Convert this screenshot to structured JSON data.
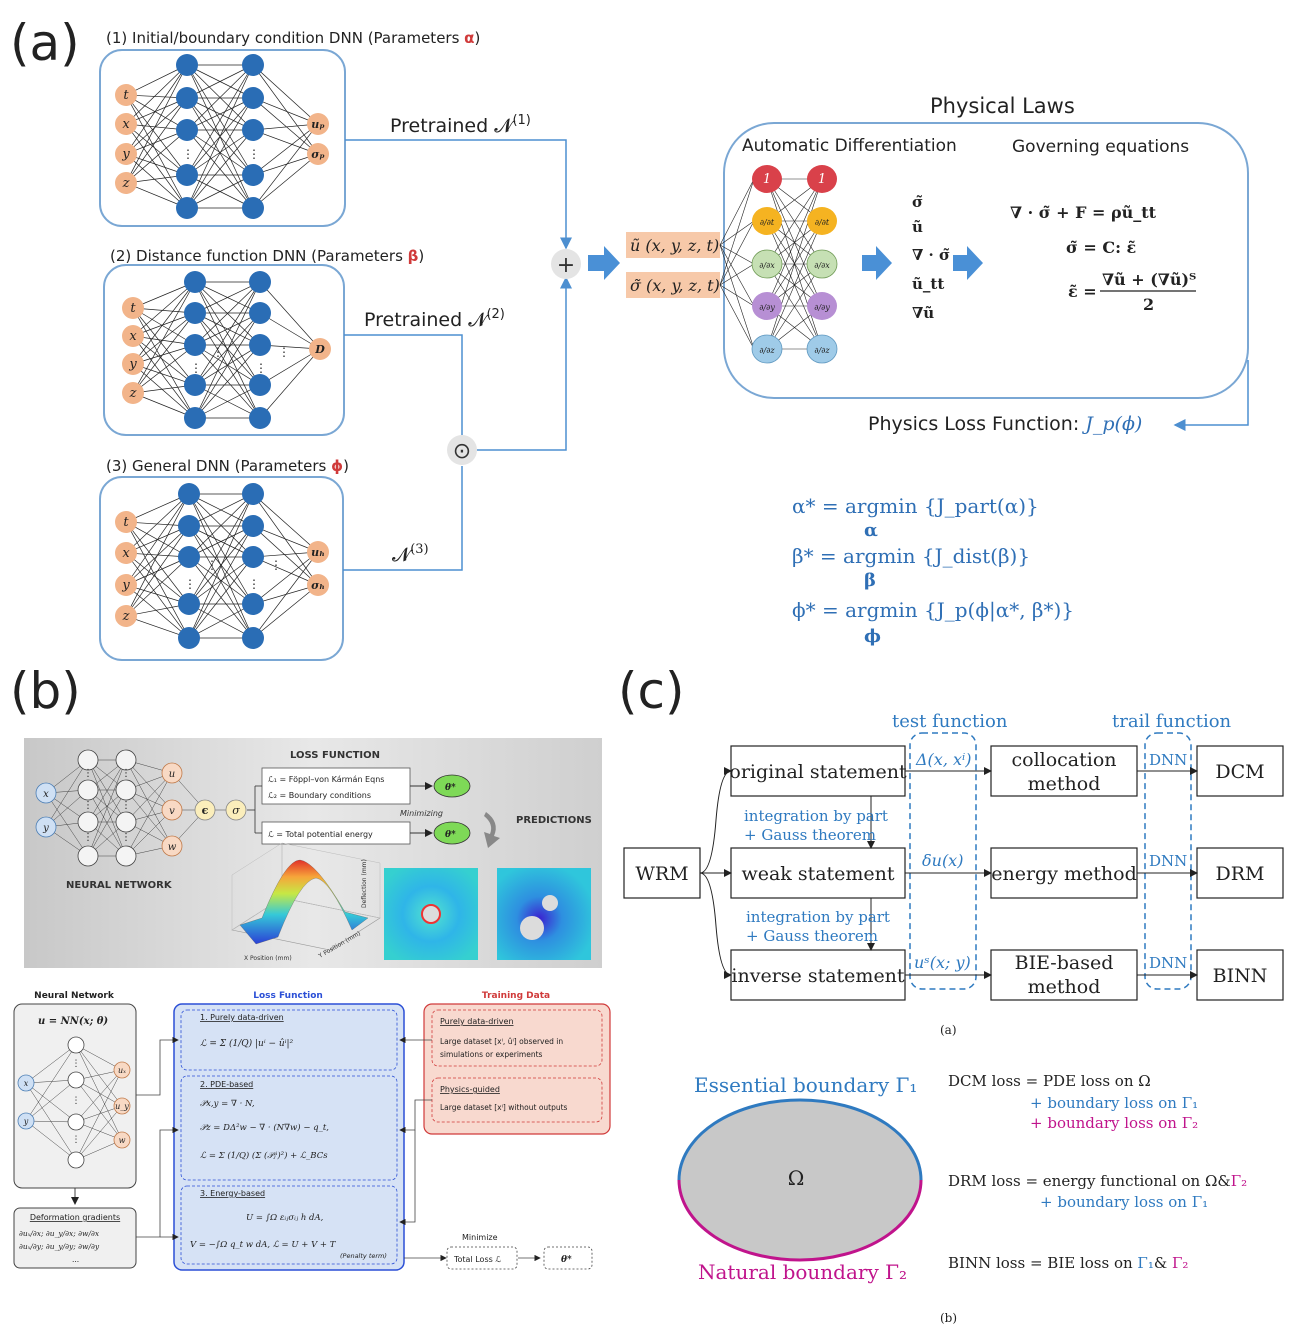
{
  "panel_a": {
    "label": "(a)",
    "dnn1_title": "(1) Initial/boundary condition DNN (Parameters ",
    "dnn1_param": "α",
    "dnn2_title": "(2) Distance function DNN (Parameters ",
    "dnn2_param": "β",
    "dnn3_title": "(3) General DNN (Parameters ",
    "dnn3_param": "ϕ",
    "close_paren": ")",
    "inputs": [
      "t",
      "x",
      "y",
      "z"
    ],
    "out1": [
      "u_p",
      "σ_p"
    ],
    "out2": [
      "D"
    ],
    "out3": [
      "u_h",
      "σ_h"
    ],
    "pretrained1": "Pretrained 𝓝",
    "pretrained1_sup": "(1)",
    "pretrained2": "Pretrained 𝓝",
    "pretrained2_sup": "(2)",
    "n3": "𝓝",
    "n3_sup": "(3)",
    "plus": "+",
    "odot": "⊙",
    "field_u": "ũ (x, y, z, t)",
    "field_s": "σ̃ (x, y, z, t)",
    "physical_laws": "Physical Laws",
    "autodiff": "Automatic Differentiation",
    "governing": "Governing equations",
    "ad_nodes": [
      "1",
      "∂/∂t",
      "∂/∂x",
      "∂/∂y",
      "∂/∂z"
    ],
    "derived": [
      "σ̃",
      "ũ",
      "∇ · σ̃",
      "ũ_tt",
      "∇ũ"
    ],
    "eq1": "∇ · σ̃ + F = ρũ_tt",
    "eq2": "σ̃ = C: ε̃",
    "eq3_lhs": "ε̃ =",
    "eq3_num": "∇ũ + (∇ũ)ᵀ",
    "eq3_den": "2",
    "physics_loss": "Physics Loss Function: ",
    "physics_loss_math": "J_p(ϕ)",
    "opt1": "α* = argmin {J_part(α)}",
    "opt1_sub": "α",
    "opt2": "β* = argmin {J_dist(β)}",
    "opt2_sub": "β",
    "opt3": "ϕ* = argmin {J_p(ϕ|α*, β*)}",
    "opt3_sub": "ϕ"
  },
  "panel_b": {
    "label": "(b)",
    "loss_function": "LOSS FUNCTION",
    "neural_network": "NEURAL NETWORK",
    "predictions": "PREDICTIONS",
    "minimizing": "Minimizing",
    "l1": "ℒ₁ = Föppl–von Kármán Eqns",
    "l2": "ℒ₂ = Boundary conditions",
    "l3": "ℒ = Total potential energy",
    "in_nodes": [
      "x",
      "y"
    ],
    "out_nodes": [
      "u",
      "v",
      "w"
    ],
    "eps": "ϵ",
    "sig": "σ",
    "theta": "θ*",
    "plot_xlabel": "X Position (mm)",
    "plot_ylabel": "Y Position (mm)",
    "plot_zlabel": "Deflection (mm)",
    "bottom": {
      "nn_title": "Neural Network",
      "nn_eq": "u = NN(x; θ)",
      "loss_title": "Loss Function",
      "training_title": "Training Data",
      "s1": "1. Purely data-driven",
      "s1_eq": "ℒ = Σ (1/Q) |uⁱ − ûⁱ|²",
      "s2": "2. PDE-based",
      "s2_eq1": "𝒫x,y = ∇ · N,",
      "s2_eq2": "𝒫z = DΔ²w − ∇ · (N∇w) − q_t,",
      "s2_eq3": "ℒ = Σ (1/Q) (Σ (𝒫ⱼⁱ)²) + ℒ_BCs",
      "s3": "3. Energy-based",
      "s3_eq1": "U = ∫Ω εᵢⱼσᵢⱼ h dA,",
      "s3_eq2": "V = −∫Ω q_t w dA,     ℒ = U + V + T",
      "s3_pen": "(Penalty term)",
      "td1": "Purely data-driven",
      "td1_text1": "Large dataset [xⁱ, ûⁱ] observed in",
      "td1_text2": "simulations or experiments",
      "td2": "Physics-guided",
      "td2_text": "Large dataset [xⁱ] without outputs",
      "def_title": "Deformation gradients",
      "def1": "∂uₓ/∂x; ∂u_y/∂x; ∂w/∂x",
      "def2": "∂uₓ/∂y; ∂u_y/∂y; ∂w/∂y",
      "def3": "...",
      "minimize": "Minimize",
      "total_loss": "Total Loss ℒ",
      "theta": "θ*",
      "nn_in": [
        "x",
        "y"
      ],
      "nn_out": [
        "uₓ",
        "u_y",
        "w"
      ]
    }
  },
  "panel_c": {
    "label": "(c)",
    "test_function": "test function",
    "trail_function": "trail function",
    "wrm": "WRM",
    "original": "original statement",
    "weak": "weak statement",
    "inverse": "inverse statement",
    "ibp1": "integration by part",
    "gauss1": "+ Gauss theorem",
    "ibp2": "integration by part",
    "gauss2": "+ Gauss theorem",
    "tf1": "Δ(x, xⁱ)",
    "tf2": "δu(x)",
    "tf3": "uˢ(x; y)",
    "m1a": "collocation",
    "m1b": "method",
    "m2": "energy method",
    "m3a": "BIE-based",
    "m3b": "method",
    "dnn": "DNN",
    "r1": "DCM",
    "r2": "DRM",
    "r3": "BINN",
    "cap_a": "(a)",
    "essential": "Essential boundary Γ₁",
    "natural": "Natural boundary Γ₂",
    "omega": "Ω",
    "dcm_l1": "DCM loss = PDE loss on Ω",
    "dcm_l2": "+ boundary loss on Γ₁",
    "dcm_l3": "+ boundary loss on Γ₂",
    "drm_l1": "DRM loss = energy functional on Ω&",
    "drm_l1b": "Γ₂",
    "drm_l2": "+ boundary loss on Γ₁",
    "binn_l1": "BINN loss = BIE loss on ",
    "binn_g1": "Γ₁",
    "binn_amp": "& ",
    "binn_g2": "Γ₂",
    "cap_b": "(b)"
  },
  "colors": {
    "box_border": "#7aa7d4",
    "node_blue": "#2a6db5",
    "node_orange": "#f2b48a",
    "line_blue": "#4d8fd0",
    "arrow_blue": "#4a90d6",
    "param_red": "#d03a3a",
    "text_blue": "#2f6fb5",
    "magenta": "#c0148c",
    "c_blue": "#2f7ac0"
  }
}
